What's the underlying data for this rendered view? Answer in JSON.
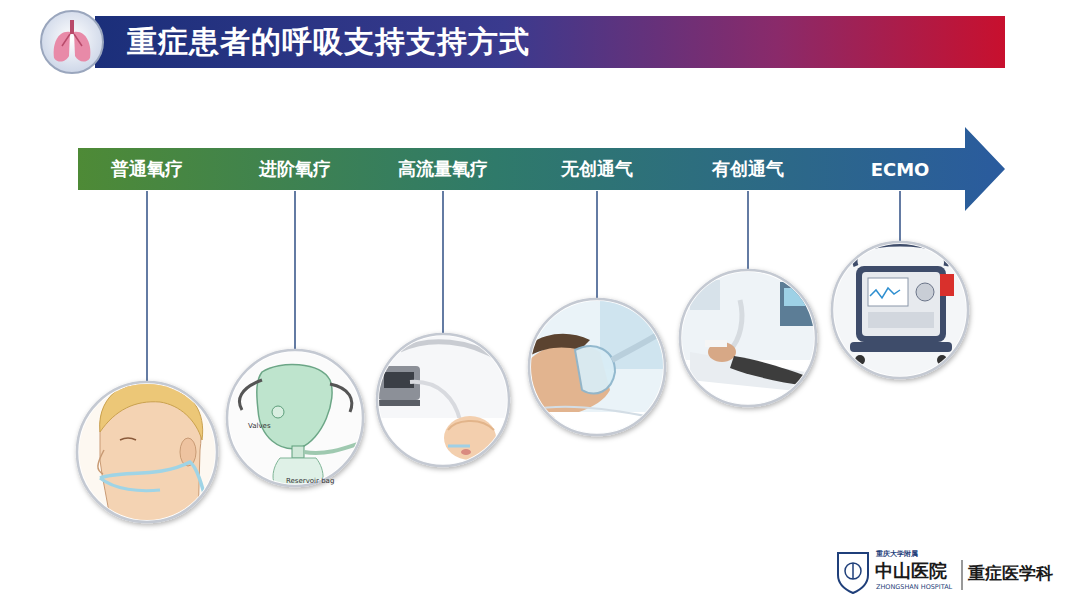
{
  "diagram": {
    "title": "重症患者的呼吸支持支持方式",
    "nodes": [
      {
        "text": [
          "普通氧疗",
          "进阶氧疗",
          "高流量氧疗",
          "无创通气",
          "有创通气",
          "ECMO"
        ]
      }
    ],
    "labels": [
      "Valves",
      "Reservoir bag",
      "重庆大学附属",
      "中山医院",
      "ZHONGSHAN HOSPITAL",
      "重症医学科"
    ]
  }
}
